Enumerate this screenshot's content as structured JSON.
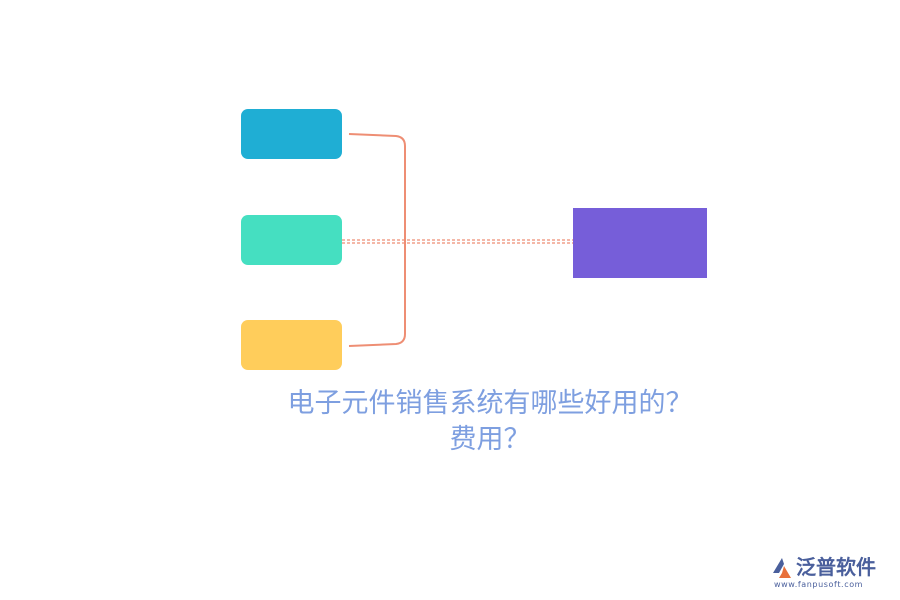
{
  "diagram": {
    "nodes": [
      {
        "id": "a",
        "label": "",
        "color": "#1faed4"
      },
      {
        "id": "b",
        "label": "",
        "color": "#45dfc1"
      },
      {
        "id": "c",
        "label": "",
        "color": "#ffcd5b"
      },
      {
        "id": "d",
        "label": "",
        "color": "#765ed9"
      }
    ],
    "connector_color": "#ee8e74",
    "dashed_connector_color": "#ee8e74"
  },
  "caption": {
    "text": "电子元件销售系统有哪些好用的？\n费用？",
    "color": "#7e9fe0"
  },
  "watermark": {
    "brand": "泛普软件",
    "url": "www.fanpusoft.com",
    "brand_color": "#4a5f9c",
    "mark_colors": [
      "#4a5f9c",
      "#e8703a"
    ]
  }
}
